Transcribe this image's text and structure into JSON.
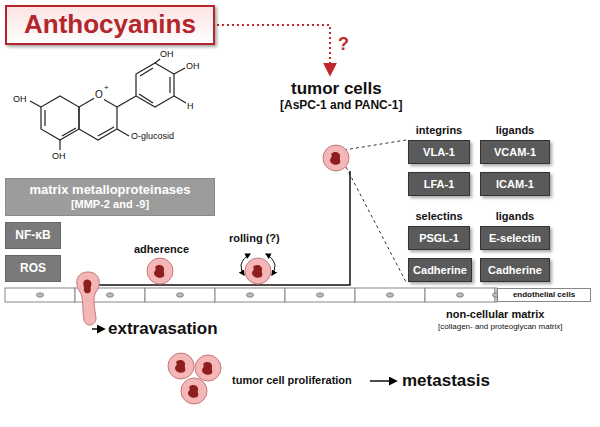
{
  "diagram": {
    "nodes": [
      {
        "text": [
          "Anthocyanins"
        ]
      },
      {
        "text": [
          "matrix metalloproteinases",
          "[MMP-2 and -9]"
        ]
      },
      {
        "text": [
          "NF-κB"
        ]
      },
      {
        "text": [
          "ROS"
        ]
      },
      {
        "text": [
          "VLA-1"
        ]
      },
      {
        "text": [
          "VCAM-1"
        ]
      },
      {
        "text": [
          "LFA-1"
        ]
      },
      {
        "text": [
          "ICAM-1"
        ]
      },
      {
        "text": [
          "PSGL-1"
        ]
      },
      {
        "text": [
          "E-selectin"
        ]
      },
      {
        "text": [
          "Cadherine"
        ]
      },
      {
        "text": [
          "Cadherine"
        ]
      },
      {
        "text": [
          "endothelial cells"
        ]
      }
    ],
    "labels": [
      "OH",
      "OH",
      "O",
      "+",
      "O-glucosid",
      "OH",
      "OH",
      "H",
      "?",
      "tumor cells",
      "[AsPC-1 and PANC-1]",
      "integrins",
      "ligands",
      "selectins",
      "ligands",
      "adherence",
      "rolling (?)",
      "extravasation",
      "non-cellular matrix",
      "[collagen- and proteoglycan matrix]",
      "tumor cell proliferation",
      "metastasis"
    ]
  }
}
